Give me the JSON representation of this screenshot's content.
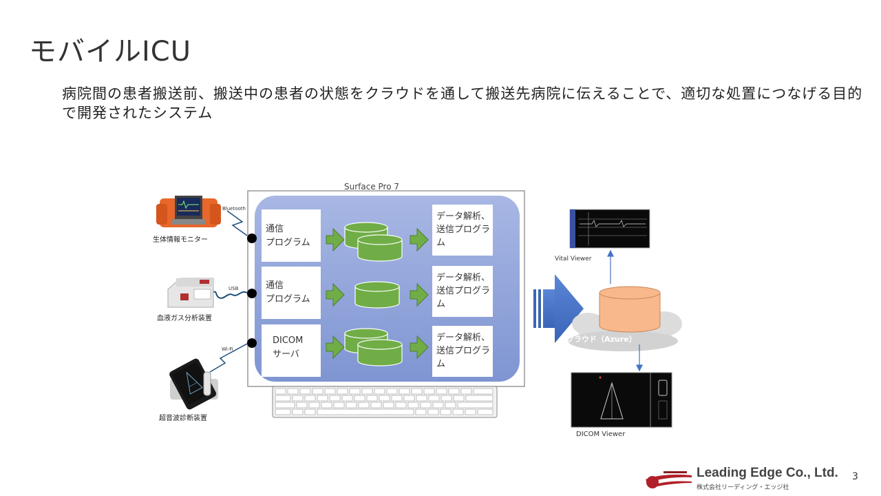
{
  "slide": {
    "title": "モバイルICU",
    "body": "病院間の患者搬送前、搬送中の患者の状態をクラウドを通して搬送先病院に伝えることで、適切な処置につなげる目的で開発されたシステム",
    "page_number": "3"
  },
  "diagram": {
    "device_title": "Surface Pro 7",
    "inputs": [
      {
        "label": "生体情報モニター",
        "connection": "Bluetooth"
      },
      {
        "label": "血液ガス分析装置",
        "connection": "USB"
      },
      {
        "label": "超音波診断装置",
        "connection": "Wi-Fi"
      }
    ],
    "programs": [
      {
        "line1": "通信",
        "line2": "プログラム"
      },
      {
        "line1": "通信",
        "line2": "プログラム"
      },
      {
        "line1": "DICOM",
        "line2": "サーバ"
      }
    ],
    "analysis": {
      "line1": "データ解析、",
      "line2": "送信プログラ",
      "line3": "ム"
    },
    "cloud_label": "クラウド（Azure）",
    "viewers": {
      "vital": "Vital Viewer",
      "dicom": "DICOM Viewer"
    }
  },
  "company": {
    "name": "Leading Edge Co., Ltd.",
    "name_ja": "株式会社リーディング・エッジ社"
  },
  "colors": {
    "panel": "#8ea3d8",
    "program_box": "#ffffff",
    "database": "#70ad47",
    "arrow_green": "#70ad47",
    "arrow_blue": "#4472c4",
    "cloud_db": "#f8b88b"
  }
}
